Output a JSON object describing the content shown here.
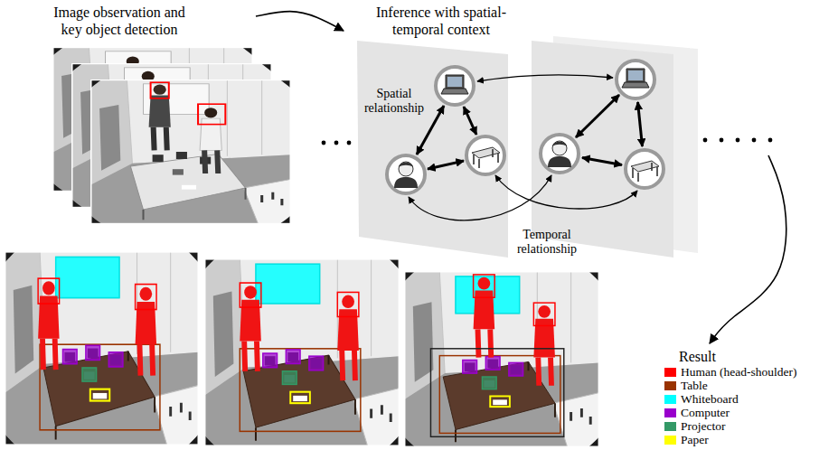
{
  "diagram": {
    "nodes": [
      {
        "text": [
          "Image observation and key object detection"
        ]
      },
      {
        "text": [
          "Inference with spatial-temporal context"
        ]
      },
      {
        "text": [
          "Result"
        ]
      }
    ],
    "edges": [
      {
        "from": 0,
        "to": 1,
        "arrow": "to"
      },
      {
        "from": 1,
        "to": 2,
        "arrow": "to"
      }
    ],
    "labels": [
      "Spatial relationship",
      "Temporal relationship"
    ],
    "legend": [
      {
        "text": "Human (head-shoulder)",
        "color": "#ff0000"
      },
      {
        "text": "Table",
        "color": "#993300"
      },
      {
        "text": "Whiteboard",
        "color": "#00ffff"
      },
      {
        "text": "Computer",
        "color": "#9900cc"
      },
      {
        "text": "Projector",
        "color": "#339966"
      },
      {
        "text": "Paper",
        "color": "#ffff00"
      }
    ]
  }
}
